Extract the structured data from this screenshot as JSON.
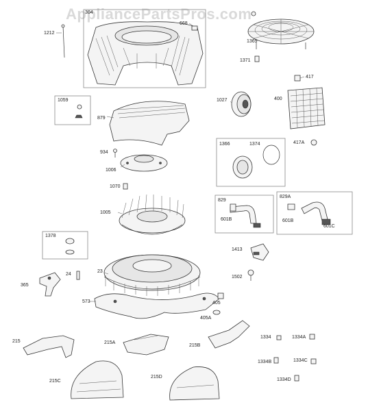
{
  "watermark": "AppliancePartsPros.com",
  "labels": {
    "l1212": "1212",
    "l304": "304",
    "l668": "668",
    "l1369": "1369",
    "l1371": "1371",
    "l1059": "1059",
    "l879": "879",
    "l1027": "1027",
    "l417": "417",
    "l400": "400",
    "l417A": "417A",
    "l934": "934",
    "l1006": "1006",
    "l1366": "1366",
    "l1374": "1374",
    "l1070": "1070",
    "l829": "829",
    "l829A": "829A",
    "l601B_1": "601B",
    "l601B_2": "601B",
    "l601C": "601C",
    "l1005": "1005",
    "l1378": "1378",
    "l1413": "1413",
    "l23": "23",
    "l24": "24",
    "l365": "365",
    "l1502": "1502",
    "l573": "573",
    "l405": "405",
    "l405A": "405A",
    "l215": "215",
    "l215A": "215A",
    "l215B": "215B",
    "l1334": "1334",
    "l1334A": "1334A",
    "l1334B": "1334B",
    "l1334C": "1334C",
    "l215C": "215C",
    "l215D": "215D",
    "l1334D": "1334D"
  }
}
